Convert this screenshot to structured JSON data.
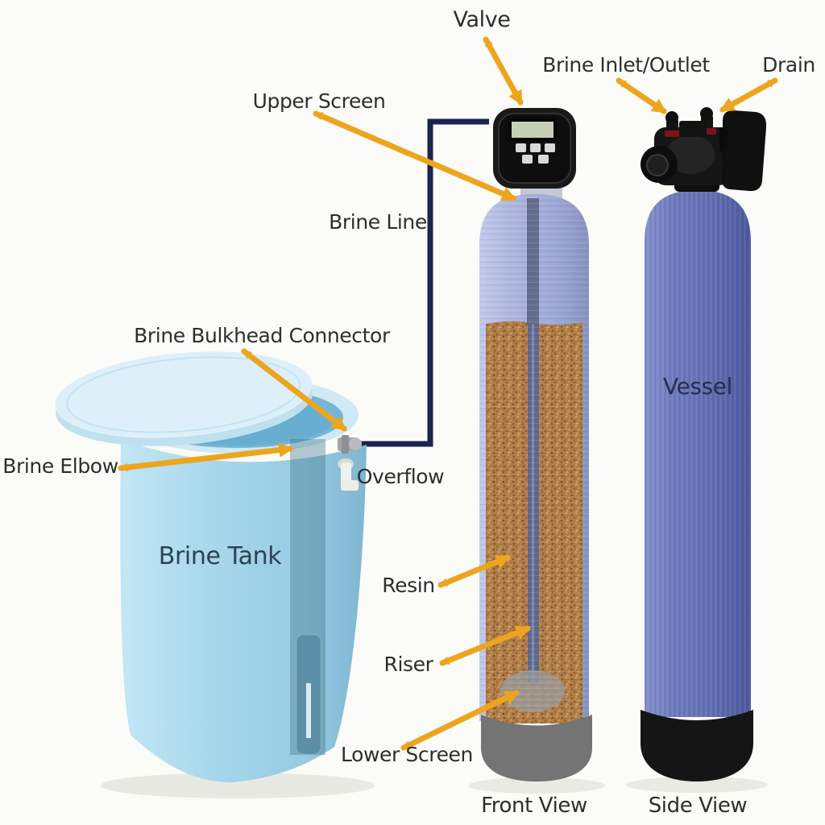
{
  "diagram": {
    "labels": {
      "valve": "Valve",
      "brine_inlet_outlet": "Brine Inlet/Outlet",
      "drain": "Drain",
      "upper_screen": "Upper Screen",
      "brine_line": "Brine Line",
      "brine_bulkhead_connector": "Brine Bulkhead Connector",
      "brine_elbow": "Brine Elbow",
      "overflow": "Overflow",
      "brine_tank": "Brine Tank",
      "resin": "Resin",
      "riser": "Riser",
      "lower_screen": "Lower Screen",
      "vessel": "Vessel",
      "front_view": "Front View",
      "side_view": "Side View"
    },
    "colors": {
      "background": "#fbfbf8",
      "label_text": "#2e2e2e",
      "arrow": "#eda51e",
      "brine_line": "#1b234e",
      "brine_tank_body": "#a4d4e9",
      "brine_tank_lid": "#ddf0f9",
      "tank_opening_water": "#74b6d6",
      "front_vessel": "#a3acd8",
      "side_vessel": "#6571b5",
      "resin": "#b07d45",
      "riser": "#5d688c",
      "lower_screen": "#9b9b9b",
      "front_base": "#747474",
      "side_base": "#151515",
      "valve_body": "#1a1a1a",
      "valve_lcd": "#c6cfb4",
      "port_band_red": "#7a1418"
    }
  }
}
